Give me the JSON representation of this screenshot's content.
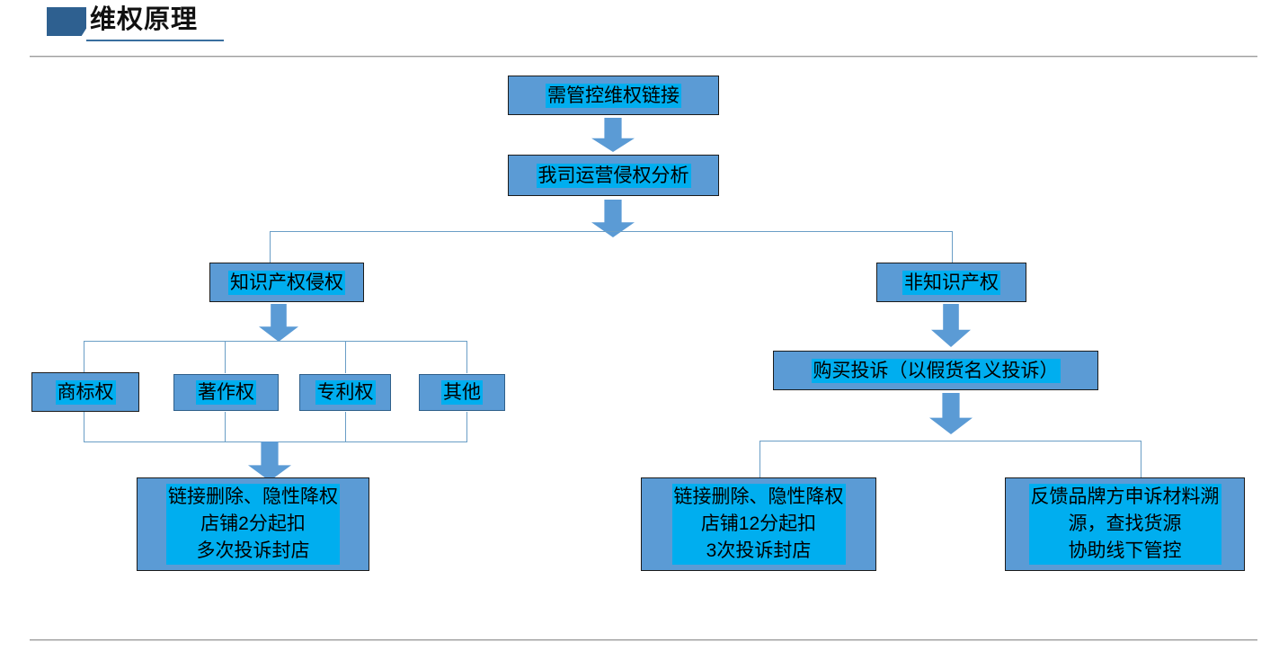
{
  "slide": {
    "title": "维权原理",
    "accent_color": "#2E6090",
    "node_fill": "#5B9BD5",
    "text_highlight": "#00AEEF",
    "connector_color": "#6A9EC6"
  },
  "flow": {
    "root": "需管控维权链接",
    "analysis": "我司运营侵权分析",
    "branch_left": "知识产权侵权",
    "branch_right": "非知识产权",
    "ip_types": [
      "商标权",
      "著作权",
      "专利权",
      "其他"
    ],
    "left_result": "链接删除、隐性降权\n店铺2分起扣\n多次投诉封店",
    "purchase_complaint": "购买投诉（以假货名义投诉）",
    "right_result_1": "链接删除、隐性降权\n店铺12分起扣\n3次投诉封店",
    "right_result_2": "反馈品牌方申诉材料溯\n源，查找货源\n协助线下管控"
  },
  "icons": {
    "flag": "title-flag-icon",
    "arrow": "down-arrow-icon"
  }
}
